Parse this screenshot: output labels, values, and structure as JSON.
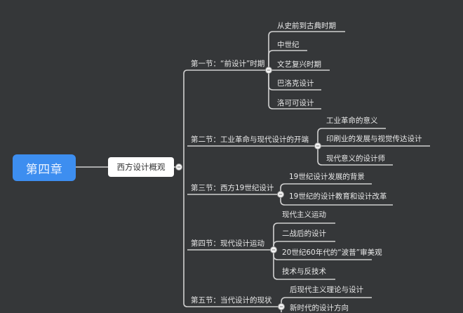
{
  "root": {
    "label": "第四章",
    "color": "#3d8ef0"
  },
  "main": {
    "label": "西方设计概观"
  },
  "sections": [
    {
      "label": "第一节：“前设计”时期",
      "children": [
        "从史前到古典时期",
        "中世纪",
        "文艺复兴时期",
        "巴洛克设计",
        "洛可可设计"
      ]
    },
    {
      "label": "第二节：工业革命与现代设计的开端",
      "children": [
        "工业革命的意义",
        "印刷业的发展与视觉传达设计",
        "现代意义的设计师"
      ]
    },
    {
      "label": "第三节：西方19世纪设计",
      "children": [
        "19世纪设计发展的背景",
        "19世纪的设计教育和设计改革"
      ]
    },
    {
      "label": "第四节：现代设计运动",
      "children": [
        "现代主义运动",
        "二战后的设计",
        "20世纪60年代的“波普”审美观",
        "技术与反技术"
      ]
    },
    {
      "label": "第五节：当代设计的现状",
      "children": [
        "后现代主义理论与设计",
        "新时代的设计方向"
      ]
    }
  ],
  "colors": {
    "background": "#353739",
    "line": "#d8d8d8",
    "text": "#e8e8e8"
  }
}
